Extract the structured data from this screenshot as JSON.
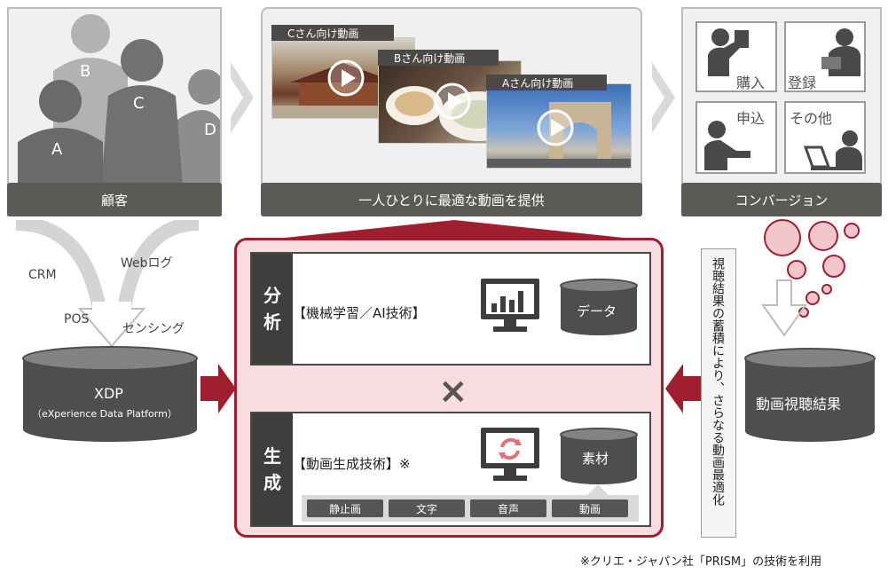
{
  "customers": {
    "label": "顧客",
    "people": [
      "A",
      "B",
      "C",
      "D"
    ]
  },
  "videos": {
    "label": "一人ひとりに最適な動画を提供",
    "items": [
      "Cさん向け動画",
      "Bさん向け動画",
      "Aさん向け動画"
    ]
  },
  "conversion": {
    "label": "コンバージョン",
    "cells": [
      "購入",
      "登録",
      "申込",
      "その他"
    ]
  },
  "inputs": {
    "crm": "CRM",
    "weblog": "Webログ",
    "pos": "POS",
    "sensing": "センシング"
  },
  "xdp": {
    "title": "XDP",
    "subtitle": "（eXperience Data Platform）"
  },
  "analysis": {
    "side": [
      "分",
      "析"
    ],
    "title": "【機械学習／AI技術】",
    "data_label": "データ"
  },
  "times_symbol": "×",
  "generation": {
    "side": [
      "生",
      "成"
    ],
    "title": "【動画生成技術】※",
    "material_label": "素材",
    "tools": [
      "静止画",
      "文字",
      "音声",
      "動画"
    ]
  },
  "feedback": {
    "vertical_text": "視聴結果の蓄積により、さらなる動画最適化",
    "result_label": "動画視聴結果"
  },
  "footnote": "※クリエ・ジャパン社「PRISM」の技術を利用",
  "colors": {
    "accent_red": "#a01e2e",
    "dark_gray": "#5c5a57",
    "panel_gray": "#f0f0f0"
  }
}
